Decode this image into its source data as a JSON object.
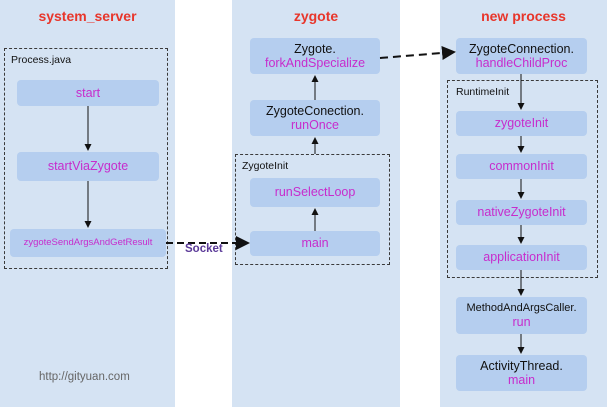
{
  "columns": {
    "system_server": "system_server",
    "zygote": "zygote",
    "new_process": "new process"
  },
  "groups": {
    "process_java": "Process.java",
    "zygote_init": "ZygoteInit",
    "runtime_init": "RuntimeInit"
  },
  "nodes": {
    "start": "start",
    "start_via_zygote": "startViaZygote",
    "zygote_send_args": "zygoteSendArgsAndGetResult",
    "zygote_fork_line1": "Zygote.",
    "zygote_fork_line2": "forkAndSpecialize",
    "zygote_conection_line1": "ZygoteConection.",
    "zygote_conection_line2": "runOnce",
    "run_select_loop": "runSelectLoop",
    "main": "main",
    "handle_child_line1": "ZygoteConnection.",
    "handle_child_line2": "handleChildProc",
    "zygote_init": "zygoteInit",
    "common_init": "commonInit",
    "native_zygote_init": "nativeZygoteInit",
    "application_init": "applicationInit",
    "method_caller_line1": "MethodAndArgsCaller.",
    "method_caller_line2": "run",
    "activity_thread_line1": "ActivityThread.",
    "activity_thread_line2": "main"
  },
  "socket_label": "Socket",
  "footer": "http://gityuan.com",
  "colors": {
    "column_bg": "#d5e3f3",
    "node_bg": "#b5ceef",
    "title": "#e8362b",
    "method": "#c72ccc",
    "socket": "#5b3a98"
  }
}
